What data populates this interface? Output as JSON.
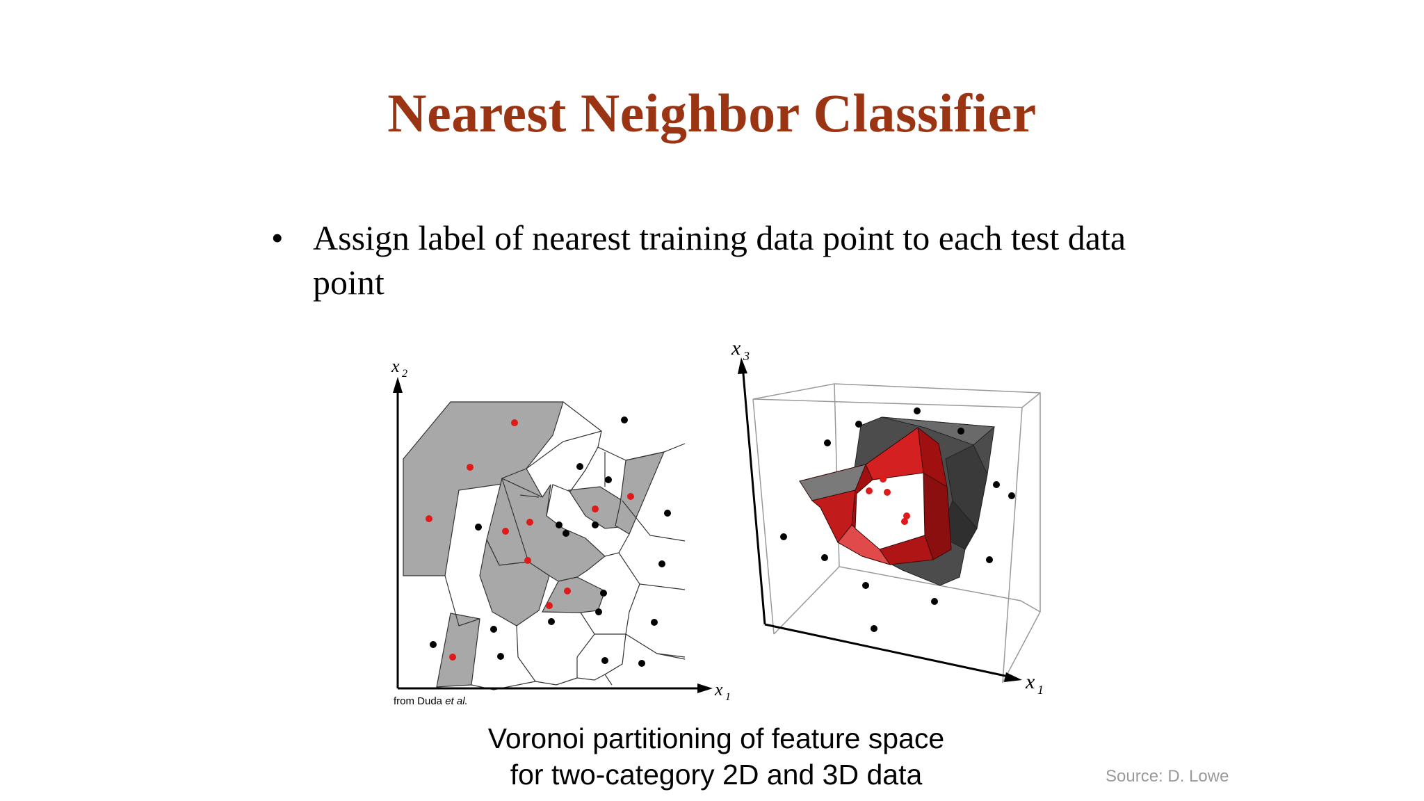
{
  "slide": {
    "title": "Nearest Neighbor Classifier",
    "bullet": "Assign label of nearest training data point to each test data point",
    "credit": {
      "prefix": "from Duda",
      "suffix": "et al."
    },
    "caption_line1": "Voronoi partitioning of feature space",
    "caption_line2": "for two-category 2D and 3D data",
    "source": "Source: D. Lowe"
  },
  "figure2d": {
    "x_axis_label": "x",
    "x_axis_sub": "1",
    "y_axis_label": "x",
    "y_axis_sub": "2"
  },
  "figure3d": {
    "x_axis_label": "x",
    "x_axis_sub": "1",
    "z_axis_label": "x",
    "z_axis_sub": "3"
  },
  "colors": {
    "title": "#9b3412",
    "class_red": "#e0191b",
    "class_black": "#000000",
    "region_gray": "#a8a8a8",
    "polyhedron_red": "#b01515",
    "polyhedron_dark": "#555555"
  }
}
